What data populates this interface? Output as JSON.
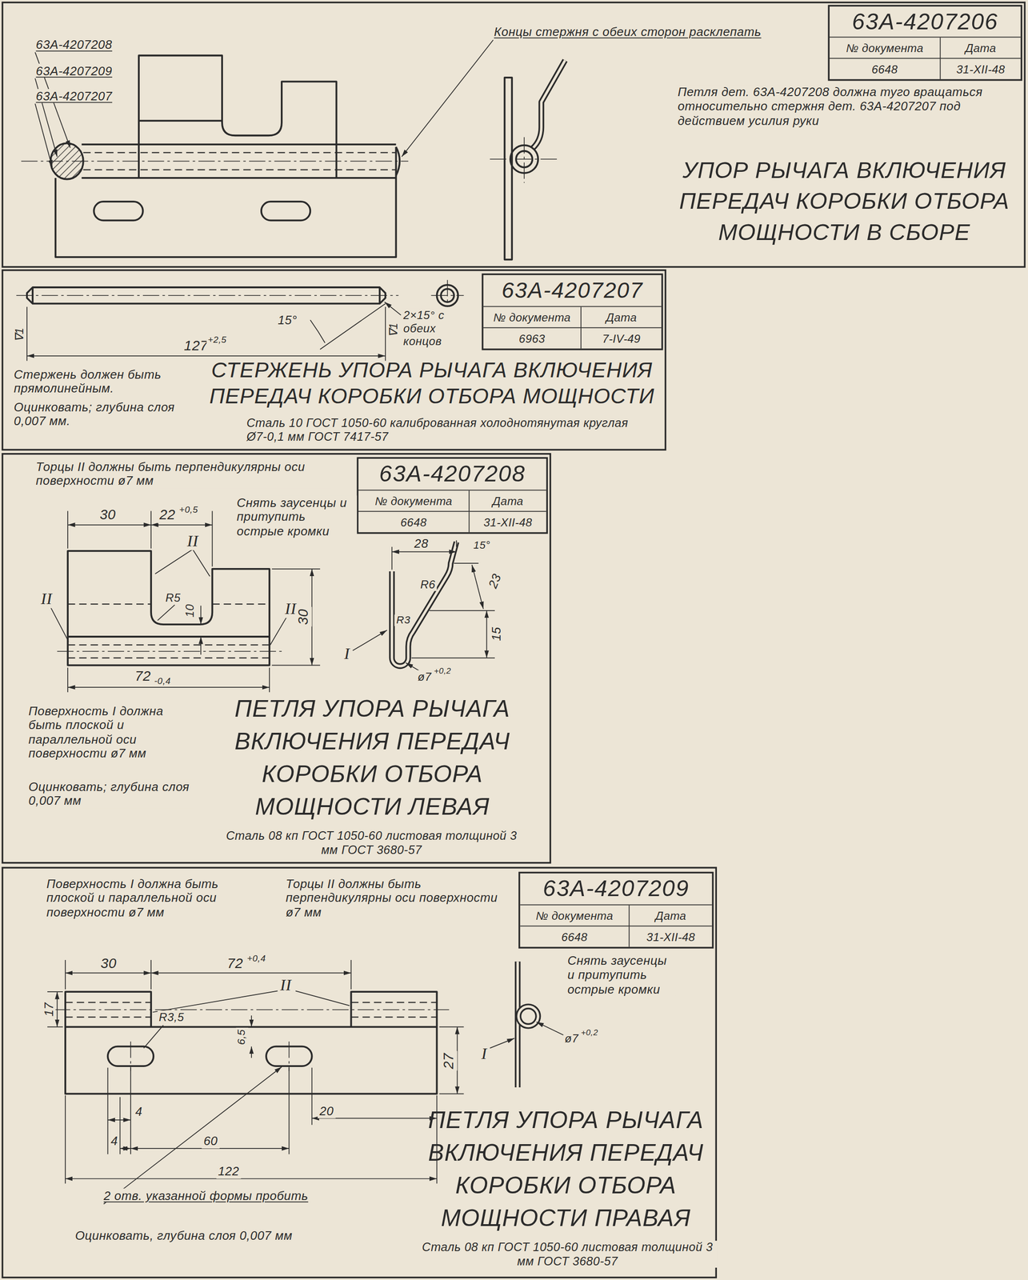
{
  "diagram": {
    "nodes": [
      {
        "text": [
          "УПОР РЫЧАГА ВКЛЮЧЕНИЯ ПЕРЕДАЧ КОРОБКИ ОТБОРА МОЩНОСТИ В СБОРЕ"
        ]
      },
      {
        "text": [
          "63А-4207206",
          "№ документа",
          "Дата",
          "6648",
          "31-XII-48"
        ],
        "in": 0
      },
      {
        "text": [
          "СТЕРЖЕНЬ УПОРА РЫЧАГА ВКЛЮЧЕНИЯ ПЕРЕДАЧ КОРОБКИ ОТБОРА МОЩНОСТИ"
        ]
      },
      {
        "text": [
          "63А-4207207",
          "№ документа",
          "Дата",
          "6963",
          "7-IV-49"
        ],
        "in": 2
      },
      {
        "text": [
          "ПЕТЛЯ УПОРА РЫЧАГА ВКЛЮЧЕНИЯ ПЕРЕДАЧ КОРОБКИ ОТБОРА МОЩНОСТИ ЛЕВАЯ"
        ]
      },
      {
        "text": [
          "63А-4207208",
          "№ документа",
          "Дата",
          "6648",
          "31-XII-48"
        ],
        "in": 4
      },
      {
        "text": [
          "ПЕТЛЯ УПОРА РЫЧАГА ВКЛЮЧЕНИЯ ПЕРЕДАЧ КОРОБКИ ОТБОРА МОЩНОСТИ ПРАВАЯ"
        ]
      },
      {
        "text": [
          "63А-4207209",
          "№ документа",
          "Дата",
          "6648",
          "31-XII-48"
        ],
        "in": 6
      }
    ],
    "labels": [
      "63А-4207208",
      "63А-4207209",
      "63А-4207207",
      "Концы стержня с обеих сторон расклепать",
      "Петля дет. 63А-4207208 должна туго вращаться относительно стержня дет. 63А-4207207 под действием усилия руки",
      "15°",
      "2×15° с обеих концов",
      "∇1",
      "∇1",
      "127",
      "+2,5",
      "Стержень должен быть прямолинейным.",
      "Оцинковать; глубина слоя 0,007 мм.",
      "Сталь 10 ГОСТ 1050-60 калиброванная холоднотянутая круглая Ø7-0,1 мм ГОСТ 7417-57",
      "Торцы II должны быть перпендикулярны оси поверхности ø7 мм",
      "Снять заусенцы и притупить острые кромки",
      "30",
      "22",
      "+0,5",
      "II",
      "II",
      "II",
      "R5",
      "10",
      "30",
      "72",
      "-0,4",
      "I",
      "28",
      "15°",
      "R6",
      "23",
      "R3",
      "15",
      "ø7",
      "+0,2",
      "Поверхность I должна быть плоской и параллельной оси поверхности ø7 мм",
      "Оцинковать; глубина слоя 0,007 мм",
      "Сталь 08 кп ГОСТ 1050-60 листовая толщиной 3 мм ГОСТ 3680-57",
      "Поверхность I должна быть плоской и параллельной оси поверхности ø7 мм",
      "Торцы II должны быть перпендикулярны оси поверхности ø7 мм",
      "Снять заусенцы и притупить острые кромки",
      "30",
      "72",
      "+0,4",
      "II",
      "17",
      "R3,5",
      "6,5",
      "27",
      "ø7",
      "+0,2",
      "I",
      "4",
      "20",
      "4",
      "60",
      "122",
      "2 отв. указанной формы пробить",
      "Оцинковать, глубина слоя 0,007 мм",
      "Сталь 08 кп ГОСТ 1050-60 листовая толщиной 3 мм ГОСТ 3680-57"
    ]
  }
}
